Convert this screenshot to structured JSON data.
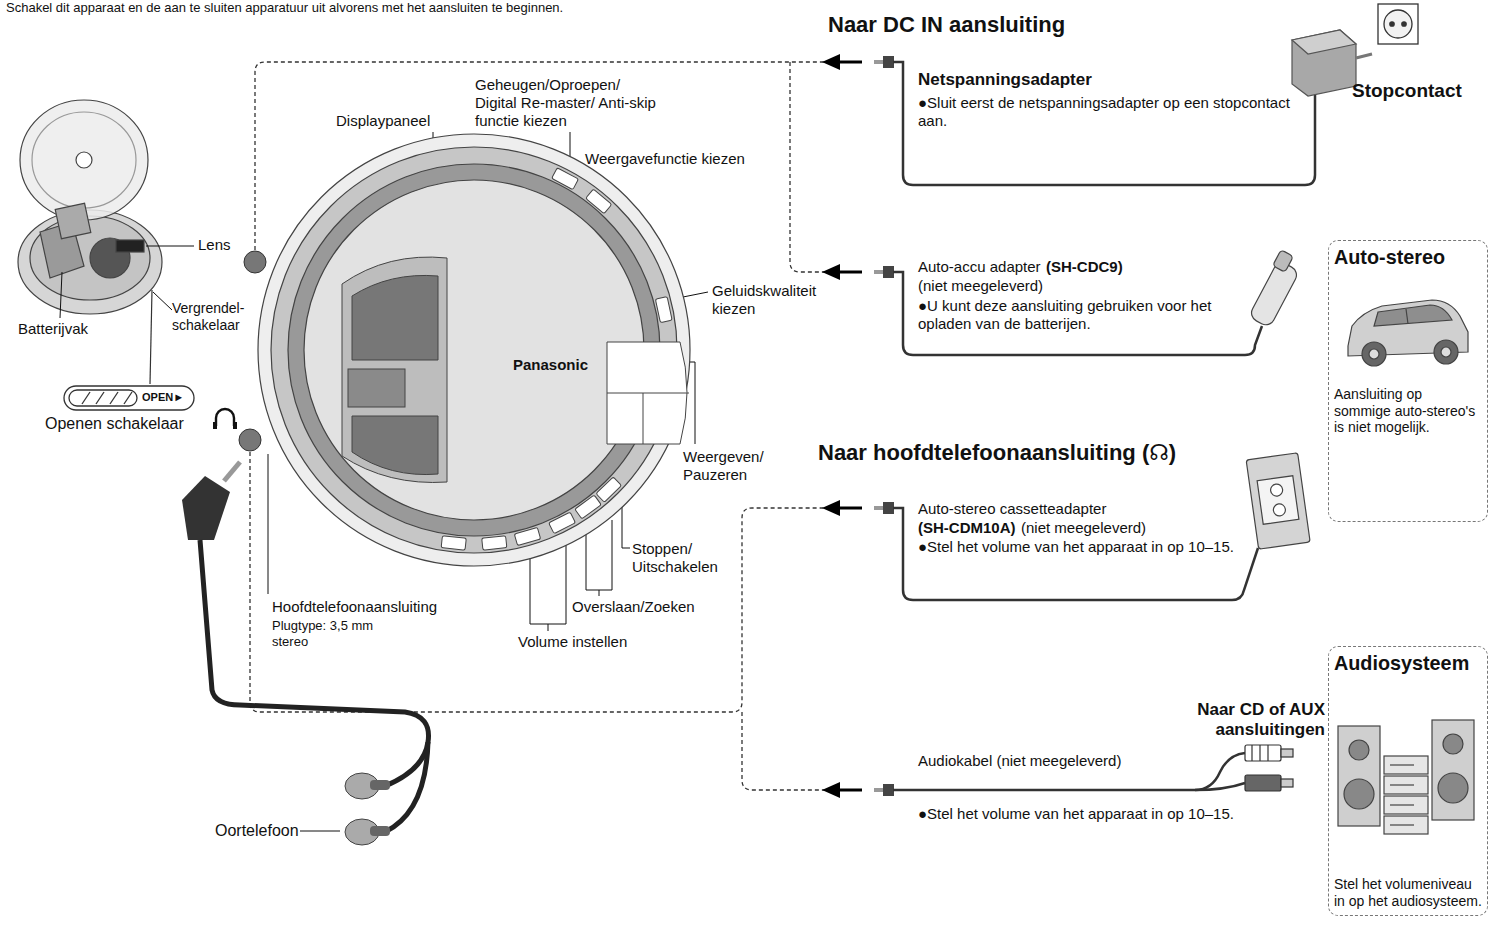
{
  "diagram": {
    "nodes": [
      {
        "text": [
          "Panasonic"
        ]
      },
      {
        "text": [
          "Auto-stereo",
          "Aansluiting op sommige auto-stereo's is niet mogelijk."
        ]
      },
      {
        "text": [
          "Audiosysteem",
          "Stel het volumeniveau in op het audiosysteem."
        ]
      }
    ],
    "labels": [
      "Schakel dit apparaat en de aan te sluiten apparatuur uit alvorens met het aansluiten te beginnen.",
      "Naar DC IN aansluiting",
      "Netspanningsadapter",
      "●Sluit eerst de netspanningsadapter op een stopcontact aan.",
      "Stopcontact",
      "Geheugen/Oproepen/ Digital Re-master/ Anti-skip functie kiezen",
      "Displaypaneel",
      "Weergavefunctie kiezen",
      "Lens",
      "Batterijvak",
      "Vergrendel- schakelaar",
      "Geluidskwaliteit kiezen",
      "OPEN►",
      "Openen schakelaar",
      "Auto-accu adapter",
      "(SH-CDC9)",
      "(niet meegeleverd)",
      "●U kunt deze aansluiting gebruiken voor het opladen van de batterijen.",
      "Weergeven/ Pauzeren",
      "Naar hoofdtelefoonaansluiting (☊)",
      "Stoppen/ Uitschakelen",
      "Overslaan/Zoeken",
      "Volume instellen",
      "Hoofdtelefoonaansluiting",
      "Plugtype: 3,5 mm stereo",
      "Auto-stereo cassetteadapter",
      "(SH-CDM10A)",
      "(niet meegeleverd)",
      "●Stel het volume van het apparaat in op 10–15.",
      "Naar CD of AUX aansluitingen",
      "Audiokabel (niet meegeleverd)",
      "●Stel het volume van het apparaat in op 10–15.",
      "Oortelefoon"
    ]
  }
}
